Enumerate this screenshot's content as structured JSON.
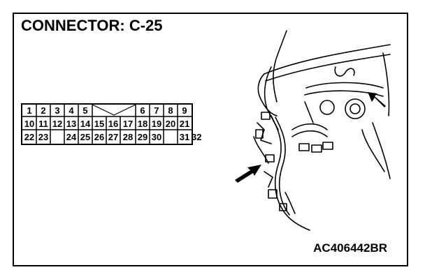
{
  "title": "CONNECTOR: C-25",
  "code": "AC406442BR",
  "pins": {
    "row1": [
      "1",
      "2",
      "3",
      "4",
      "5",
      "6",
      "7",
      "8",
      "9"
    ],
    "row2": [
      "10",
      "11",
      "12",
      "13",
      "14",
      "15",
      "16",
      "17",
      "18",
      "19",
      "20",
      "21"
    ],
    "row3": [
      "22",
      "23",
      "24",
      "25",
      "26",
      "27",
      "28",
      "29",
      "30",
      "31",
      "32"
    ]
  }
}
